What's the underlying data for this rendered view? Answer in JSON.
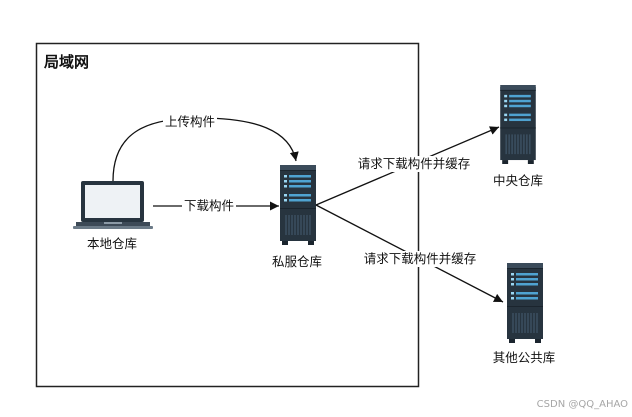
{
  "title": "局域网",
  "nodes": {
    "local": {
      "label": "本地仓库",
      "icon": "laptop-icon"
    },
    "private": {
      "label": "私服仓库",
      "icon": "server-icon"
    },
    "central": {
      "label": "中央仓库",
      "icon": "server-icon"
    },
    "other": {
      "label": "其他公共库",
      "icon": "server-icon"
    }
  },
  "edges": {
    "upload": {
      "label": "上传构件"
    },
    "download": {
      "label": "下载构件"
    },
    "to_central": {
      "label": "请求下载构件并缓存"
    },
    "to_other": {
      "label": "请求下载构件并缓存"
    }
  },
  "colors": {
    "server_body": "#27343f",
    "server_accent": "#4fa3d1",
    "line": "#111111"
  },
  "watermark": "CSDN @QQ_AHAO"
}
